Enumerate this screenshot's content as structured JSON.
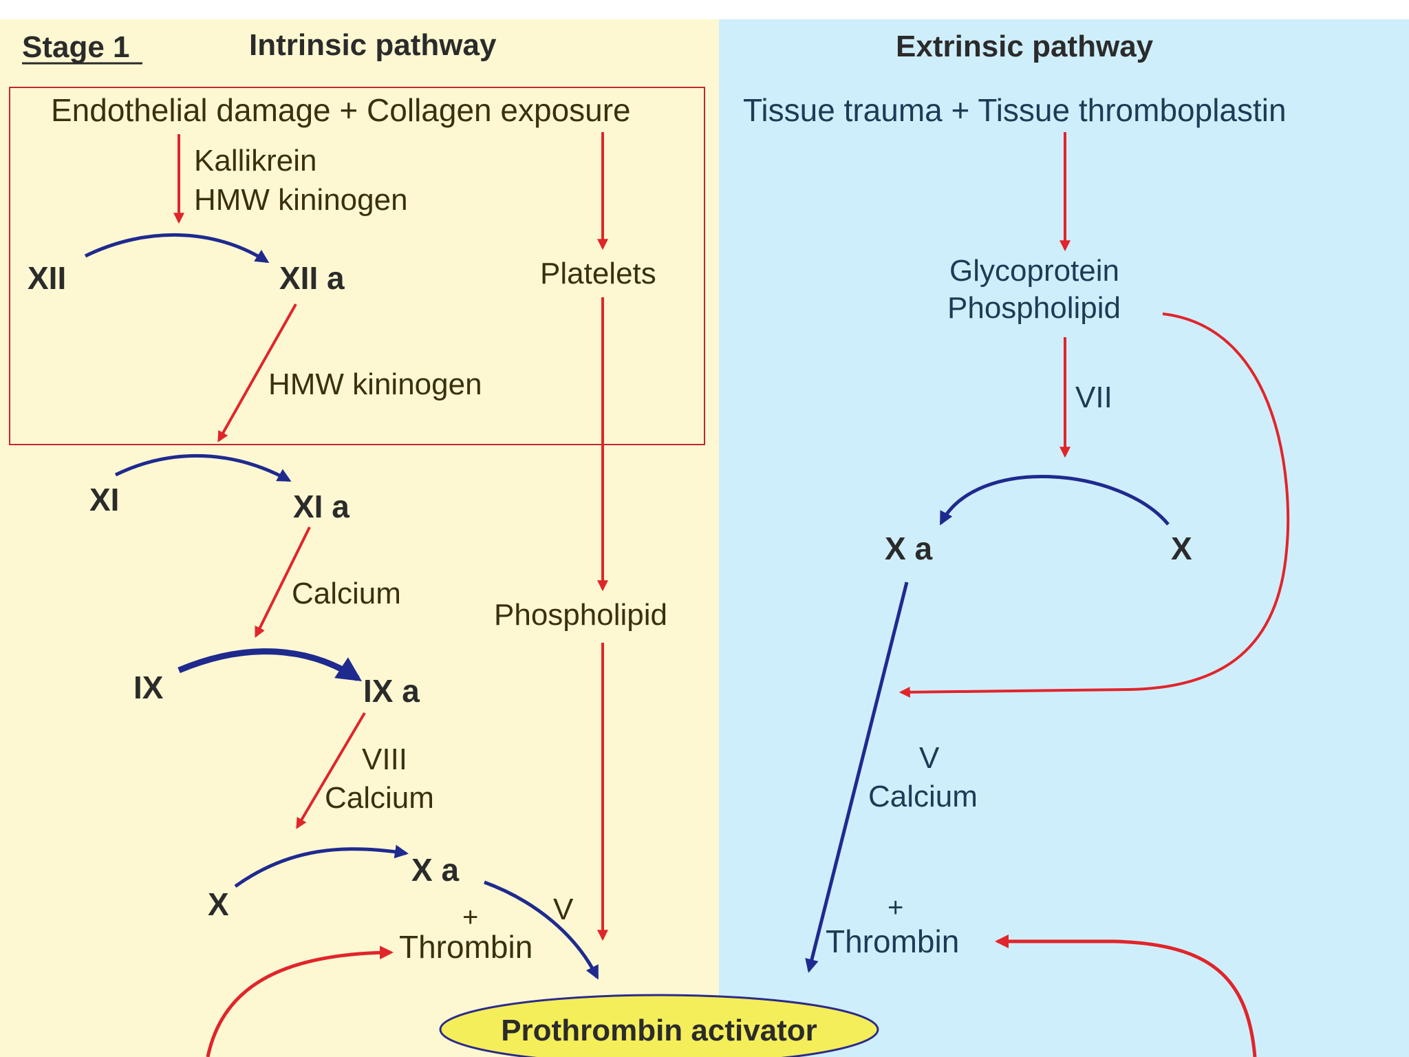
{
  "stage_label": "Stage 1",
  "intrinsic": {
    "title": "Intrinsic pathway",
    "trigger": "Endothelial damage + Collagen exposure",
    "kallikrein": "Kallikrein",
    "hmw_kininogen_1": "HMW kininogen",
    "xii": "XII",
    "xiia": "XII a",
    "platelets": "Platelets",
    "hmw_kininogen_2": "HMW kininogen",
    "xi": "XI",
    "xia": "XI a",
    "calcium_1": "Calcium",
    "phospholipid": "Phospholipid",
    "ix": "IX",
    "ixa": "IX a",
    "viii": "VIII",
    "calcium_2": "Calcium",
    "x": "X",
    "xa": "X a",
    "v": "V",
    "plus": "+",
    "thrombin": "Thrombin"
  },
  "extrinsic": {
    "title": "Extrinsic pathway",
    "trigger": "Tissue trauma + Tissue thromboplastin",
    "glycoprotein": "Glycoprotein",
    "phospholipid": "Phospholipid",
    "vii": "VII",
    "xa": "X a",
    "x": "X",
    "v": "V",
    "calcium": "Calcium",
    "plus": "+",
    "thrombin": "Thrombin"
  },
  "prothrombin_activator": "Prothrombin activator",
  "colors": {
    "intrinsic_bg": "#fdf8d2",
    "extrinsic_bg": "#cfeefb",
    "red_arrow": "#e0252b",
    "blue_arrow": "#1f2a8f",
    "ellipse_fill": "#f4ee5a",
    "ellipse_stroke": "#2b2b8a",
    "highlight_box": "#c0282d"
  }
}
